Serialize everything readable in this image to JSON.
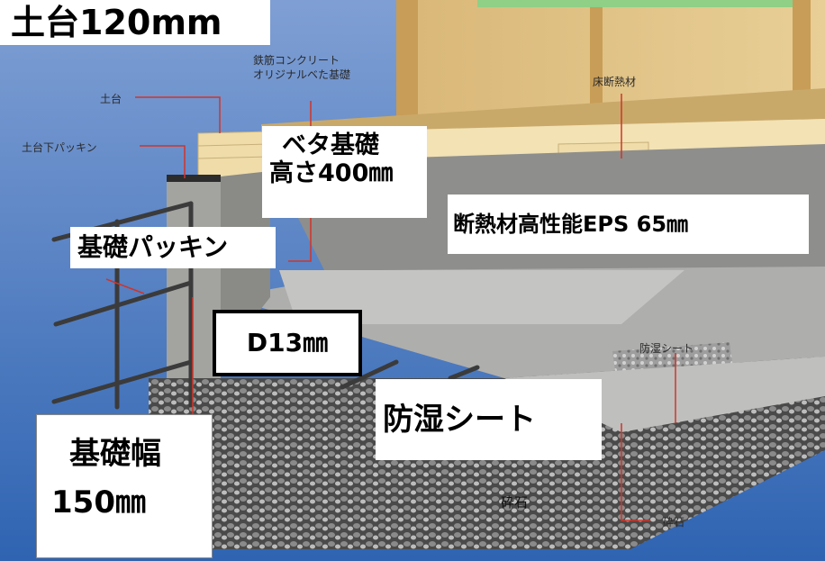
{
  "callouts": {
    "dodai": "土台120mm",
    "beta_line1": "ベタ基礎",
    "beta_line2": "高さ400㎜",
    "eps": "断熱材高性能EPS 65㎜",
    "packing": "基礎パッキン",
    "rebar": "D13㎜",
    "sheet": "防湿シート",
    "width_line1": "基礎幅",
    "width_line2": "150㎜",
    "gravel_center": "砕石"
  },
  "labels": {
    "rc_line1": "鉄筋コンクリート",
    "rc_line2": "オリジナルベた基礎",
    "dodai": "土台",
    "under_packing": "土台下パッキン",
    "floor_insulation": "床断熱材",
    "moisture_sheet": "防湿シート",
    "gravel": "砕石"
  },
  "colors": {
    "sky_top": "#7f9fd4",
    "sky_bottom": "#2f64b2",
    "concrete": "#9a9a98",
    "lumber": "#e6d3a3",
    "leader_line": "#d0342a"
  }
}
